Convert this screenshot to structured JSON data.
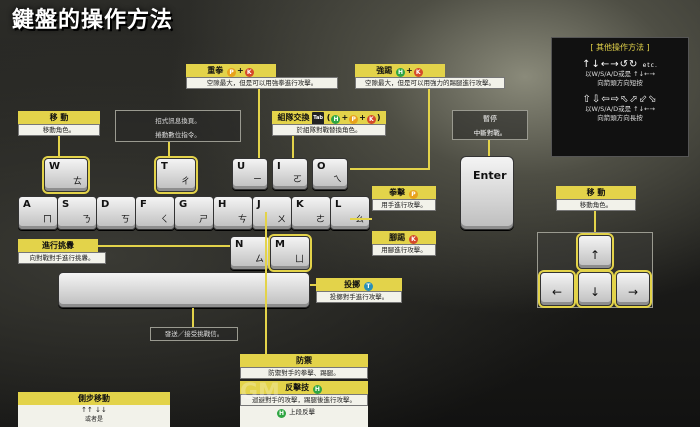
{
  "title": "鍵盤的操作方法",
  "other": {
    "header": "[ 其他操作方法 ]",
    "row1_arrows": "↑↓←→↺↻",
    "row1_etc": "etc.",
    "row1_l1": "以W/S/A/D或是 ↑↓←→",
    "row1_l2": "向箭頭方向短按",
    "row2_arrows": "⇧⇩⇦⇨⬁⬀⬃⬂",
    "row2_l1": "以W/S/A/D或是 ↑↓←→",
    "row2_l2": "向箭頭方向長按"
  },
  "labels": {
    "move": "移 動",
    "move_desc": "移動角色。",
    "move_r": "移 動",
    "move_r_desc": "移動角色。",
    "heavy": "重拳",
    "heavy_desc": "空隙最大，但是可以用強拳進行攻擊。",
    "strong": "強踢",
    "strong_desc": "空隙最大，但是可以用強力的踢腿進行攻擊。",
    "partner": "組隊交換",
    "partner_tab": "Tab",
    "partner_desc": "於組隊對戰替換角色。",
    "hint1": "招式訊息換頁。",
    "hint2": "捲動數位指令。",
    "pause": "暫停",
    "pause_desc": "中斷對戰。",
    "punch": "拳擊",
    "punch_desc": "用手進行攻擊。",
    "kick": "腳踢",
    "kick_desc": "用腳進行攻擊。",
    "taunt": "進行挑釁",
    "taunt_desc": "向對戰對手進行挑釁。",
    "throw": "投擲",
    "throw_desc": "投擲對手進行攻擊。",
    "send": "發送／接受挑戰信。",
    "guard": "防禦",
    "guard_desc": "防禦對手的拳擊、踢腿。",
    "counter": "反擊技",
    "counter_desc": "迴避對手的攻擊，踢腿後進行攻擊。",
    "counter_item1": "上段反擊",
    "side": "側步移動",
    "side_arrows": "↑↑ ↓↓",
    "side_sub": "或者是"
  },
  "keys": {
    "W": "W",
    "W_z": "ㄊ",
    "T": "T",
    "T_z": "ㄔ",
    "U": "U",
    "U_z": "ㄧ",
    "I": "I",
    "I_z": "ㄛ",
    "O": "O",
    "O_z": "ㄟ",
    "A": "A",
    "A_z": "ㄇ",
    "S": "S",
    "S_z": "ㄋ",
    "D": "D",
    "D_z": "ㄎ",
    "F": "F",
    "F_z": "ㄑ",
    "G": "G",
    "G_z": "ㄕ",
    "H": "H",
    "H_z": "ㄘ",
    "J": "J",
    "J_z": "ㄨ",
    "K": "K",
    "K_z": "ㄜ",
    "L": "L",
    "L_z": "ㄠ",
    "N": "N",
    "N_z": "ㄙ",
    "M": "M",
    "M_z": "ㄩ",
    "enter": "Enter",
    "up": "↑",
    "left": "←",
    "down": "↓",
    "right": "→"
  },
  "icons": {
    "orange": "P",
    "red": "K",
    "green": "H",
    "blue": "T"
  },
  "watermark": "GM"
}
